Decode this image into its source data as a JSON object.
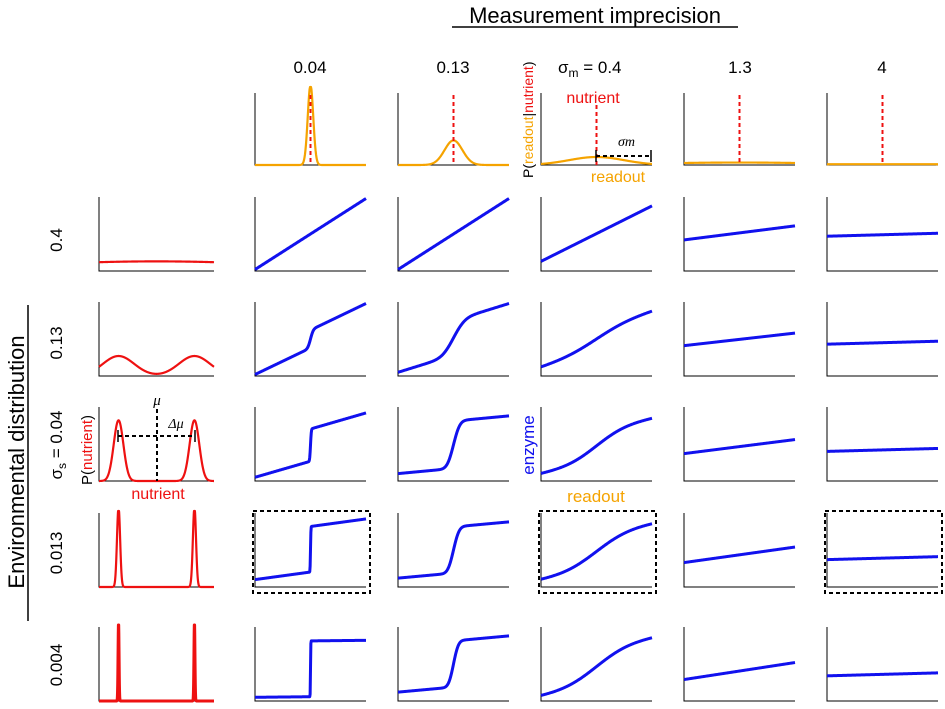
{
  "title": "Measurement imprecision",
  "row_axis_title": "Environmental distribution",
  "sigma_m_symbol": "σ",
  "sigma_m_sub": "m",
  "sigma_m_eq": " = 0.4",
  "sigma_s_symbol": "σ",
  "sigma_s_sub": "s",
  "sigma_s_eq": " = 0.04",
  "column_labels": [
    "0.04",
    "0.13",
    "",
    "1.3",
    "4"
  ],
  "row_labels": [
    "0.4",
    "0.13",
    "",
    "0.013",
    "0.004"
  ],
  "annotations": {
    "nutrient_top": "nutrient",
    "sigma_m_bracket": "σm",
    "readout_top": "readout",
    "p_prefix": "P(",
    "p_readout": "readout",
    "p_bar": "|",
    "p_nutrient": "nutrient",
    "p_suffix": ")",
    "mu": "μ",
    "delta_mu": "Δμ",
    "nutrient_left": "nutrient",
    "enzyme": "enzyme",
    "readout_mid": "readout"
  },
  "colors": {
    "measurement": "#f5a300",
    "environment": "#ee1111",
    "response": "#1111ee",
    "nutrient_mark": "#ee1111"
  },
  "chart_data": {
    "type": "line",
    "measurement_sigma": [
      0.04,
      0.13,
      0.4,
      1.3,
      4
    ],
    "environment_sigma": [
      0.4,
      0.13,
      0.04,
      0.013,
      0.004
    ],
    "highlighted_panels": [
      [
        3,
        0
      ],
      [
        3,
        2
      ],
      [
        3,
        4
      ]
    ]
  }
}
